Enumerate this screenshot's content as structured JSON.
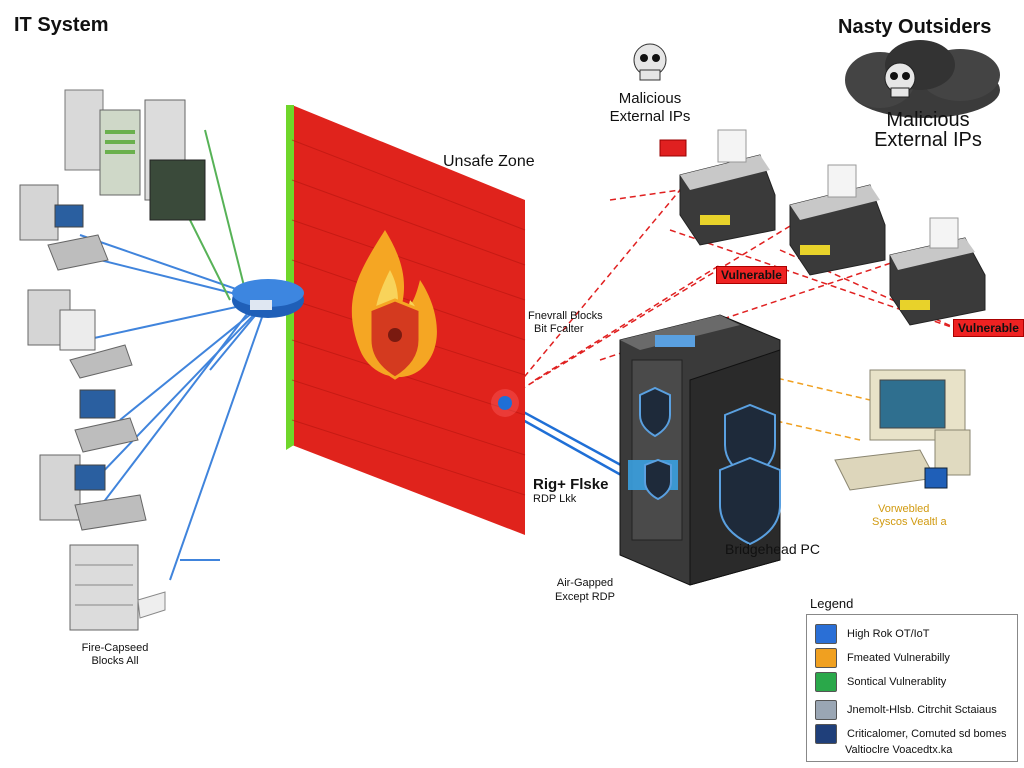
{
  "titles": {
    "left": "IT System",
    "right": "Nasty Outsiders"
  },
  "zones": {
    "unsafe": "Unsafe Zone"
  },
  "labels": {
    "malicious_small_line1": "Malicious",
    "malicious_small_line2": "External IPs",
    "malicious_large_line1": "Malicious",
    "malicious_large_line2": "External IPs",
    "firewall_line1": "Fnevrall Blocks",
    "firewall_line2": "Bit Fcalter",
    "rdp_line1": "Rig+ Flske",
    "rdp_line2": "RDP Lkk",
    "bridgehead": "Bridgehead PC",
    "air_gapped_line1": "Air-Gapped",
    "air_gapped_line2": "Except RDP",
    "left_bottom_line1": "Fire-Capseed",
    "left_bottom_line2": "Blocks All",
    "vulnerable_1": "Vulnerable",
    "vulnerable_2": "Vulnerable",
    "workstation_line1": "Vorwebled",
    "workstation_line2": "Syscos Vealtl a"
  },
  "legend": {
    "title": "Legend",
    "items": [
      {
        "label": "High Rok OT/IoT",
        "color": "#2a6fd6",
        "icon": "monitor-icon"
      },
      {
        "label": "Fmeated Vulnerabilly",
        "color": "#f0a020",
        "icon": "shield-icon"
      },
      {
        "label": "Sontical Vulnerablity",
        "color": "#2aa84a",
        "icon": "device-icon"
      },
      {
        "label": "Jnemolt-Hlsb. Citrchit Sctaiaus",
        "color": "#9aa6b4",
        "icon": "printer-icon"
      },
      {
        "label": "Criticalomer, Comuted sd bomes",
        "color": "#1f3f7a",
        "icon": "server-icon"
      },
      {
        "label": "Valtioclre Voacedtx.ka",
        "color": "#1f3f7a",
        "icon": "server-icon"
      }
    ]
  },
  "colors": {
    "firewall": "#e0231c",
    "firewall_edge": "#6fd62a",
    "link_blue": "#1f6fd6",
    "attack_red": "#e02020",
    "attack_orange": "#f0a020",
    "cloud": "#3b3b3b"
  }
}
